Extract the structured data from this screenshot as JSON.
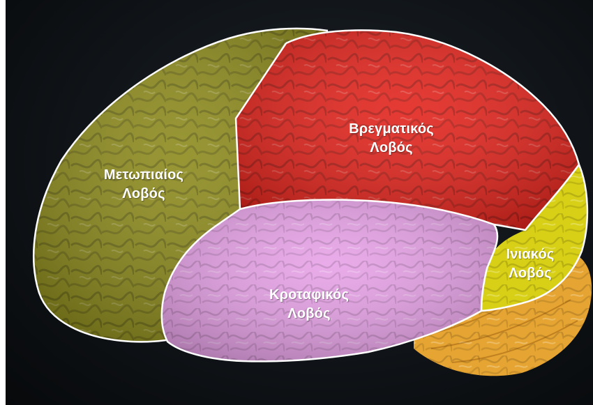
{
  "colors": {
    "background": "#0f1317",
    "frontal": "#8c8a1c",
    "parietal": "#e2241c",
    "temporal": "#e7a2e7",
    "occipital": "#d8d016",
    "cerebellum": "#e6a532",
    "outline": "#ffffff"
  },
  "lobes": {
    "frontal": {
      "line1": "Μετωπιαίος",
      "line2": "Λοβός"
    },
    "parietal": {
      "line1": "Βρεγματικός",
      "line2": "Λοβός"
    },
    "temporal": {
      "line1": "Κροταφικός",
      "line2": "Λοβός"
    },
    "occipital": {
      "line1": "Ινιακός",
      "line2": "Λοβός"
    }
  }
}
